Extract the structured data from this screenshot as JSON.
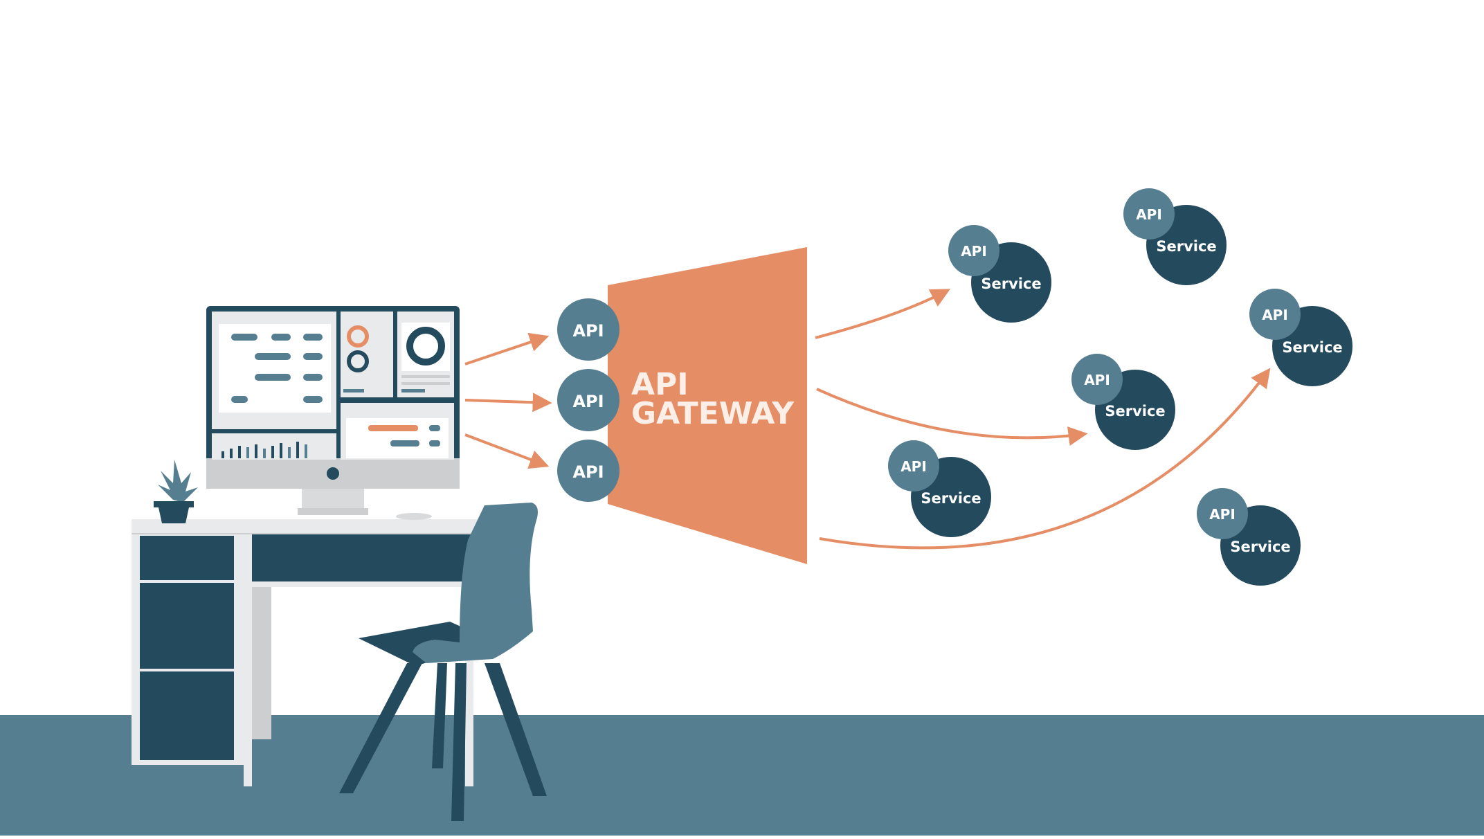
{
  "colors": {
    "accent_orange": "#E58D65",
    "navy": "#244A5E",
    "steel_blue": "#567E91",
    "desk_white": "#E9EAEC",
    "desk_shadow": "#CDCED0",
    "floor": "#567E91",
    "text_light": "#FFFFFF",
    "gateway_text": "#FBEFE8"
  },
  "gateway": {
    "line1": "API",
    "line2": "GATEWAY"
  },
  "client_apis": [
    {
      "label": "API"
    },
    {
      "label": "API"
    },
    {
      "label": "API"
    }
  ],
  "services": [
    {
      "api_label": "API",
      "service_label": "Service"
    },
    {
      "api_label": "API",
      "service_label": "Service"
    },
    {
      "api_label": "API",
      "service_label": "Service"
    },
    {
      "api_label": "API",
      "service_label": "Service"
    },
    {
      "api_label": "API",
      "service_label": "Service"
    },
    {
      "api_label": "API",
      "service_label": "Service"
    }
  ],
  "icons": [
    "monitor-icon",
    "plant-icon",
    "mouse-icon",
    "chair-icon",
    "desk-icon",
    "arrow-icon"
  ]
}
